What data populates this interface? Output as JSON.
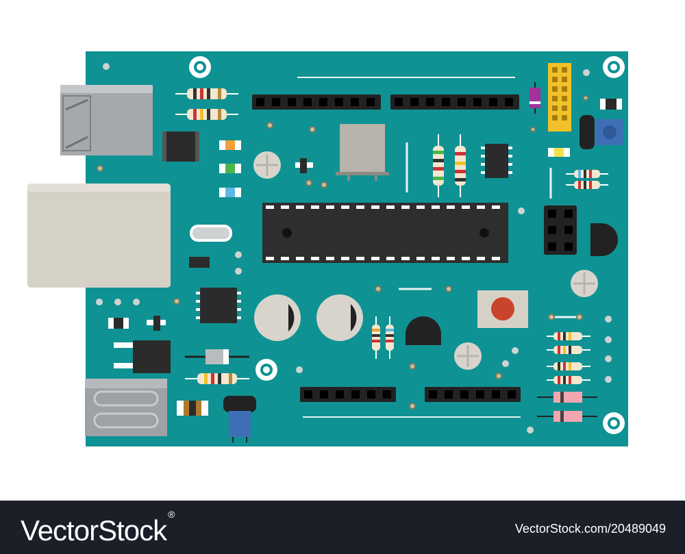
{
  "illustration": {
    "subject": "circuit-board",
    "colors": {
      "board": "#0f9293",
      "chip": "#2e2e2e",
      "pin_strip": "#222222",
      "pin_hole": "#d0d0d0",
      "silk_line": "#e9f4f4",
      "usb_metal": "#9fa3a6",
      "jack_body": "#d6d1c7",
      "capacitor": "#d8d4cc",
      "header_yellow": "#f2c12a",
      "reset_button": "#c9442b",
      "potentiometer_blue": "#3e6fb6"
    }
  },
  "footer": {
    "brand": "VectorStock",
    "registered_mark": "®",
    "stock_id": "VectorStock.com/20489049",
    "background": "#1c1f28",
    "text_color": "#ffffff"
  }
}
